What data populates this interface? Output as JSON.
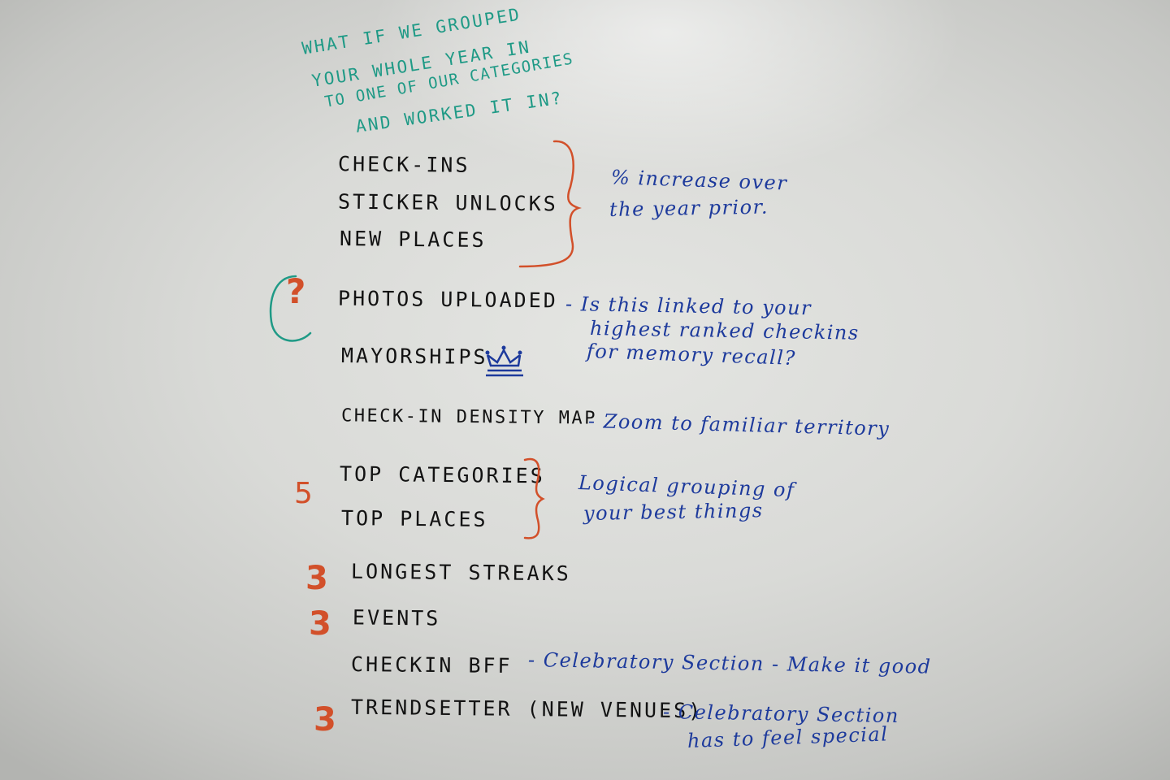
{
  "whiteboard": {
    "heading_lines": [
      "WHAT IF WE GROUPED",
      "YOUR WHOLE YEAR IN",
      "TO ONE OF OUR CATEGORIES",
      "AND WORKED IT IN?"
    ],
    "groups": [
      {
        "items": [
          "CHECK-INS",
          "STICKER UNLOCKS",
          "NEW PLACES"
        ],
        "note_lines": [
          "% increase over",
          "the year prior."
        ]
      },
      {
        "marker": "?",
        "items": [
          "PHOTOS UPLOADED"
        ],
        "note_lines": [
          "- Is this linked to your",
          "highest ranked checkins",
          "for memory recall?"
        ]
      },
      {
        "items": [
          "MAYORSHIPS"
        ],
        "icon": "crown-icon"
      },
      {
        "items": [
          "CHECK-IN DENSITY MAP"
        ],
        "note_lines": [
          "- Zoom to familiar territory"
        ]
      },
      {
        "marker": "5",
        "items": [
          "TOP CATEGORIES",
          "TOP PLACES"
        ],
        "note_lines": [
          "Logical grouping of",
          "your best things"
        ]
      },
      {
        "marker": "3",
        "items": [
          "LONGEST STREAKS"
        ]
      },
      {
        "marker": "3",
        "items": [
          "EVENTS"
        ]
      },
      {
        "items": [
          "CHECKIN BFF"
        ],
        "note_lines": [
          "- Celebratory Section - Make it good"
        ]
      },
      {
        "marker": "3",
        "items": [
          "TRENDSETTER (NEW VENUES)"
        ],
        "note_lines": [
          "- Celebratory Section",
          "has to feel special"
        ]
      }
    ],
    "ink_colors": {
      "black": "#121212",
      "teal": "#1f9a86",
      "blue": "#1d3a9c",
      "orange": "#d2502a"
    }
  }
}
